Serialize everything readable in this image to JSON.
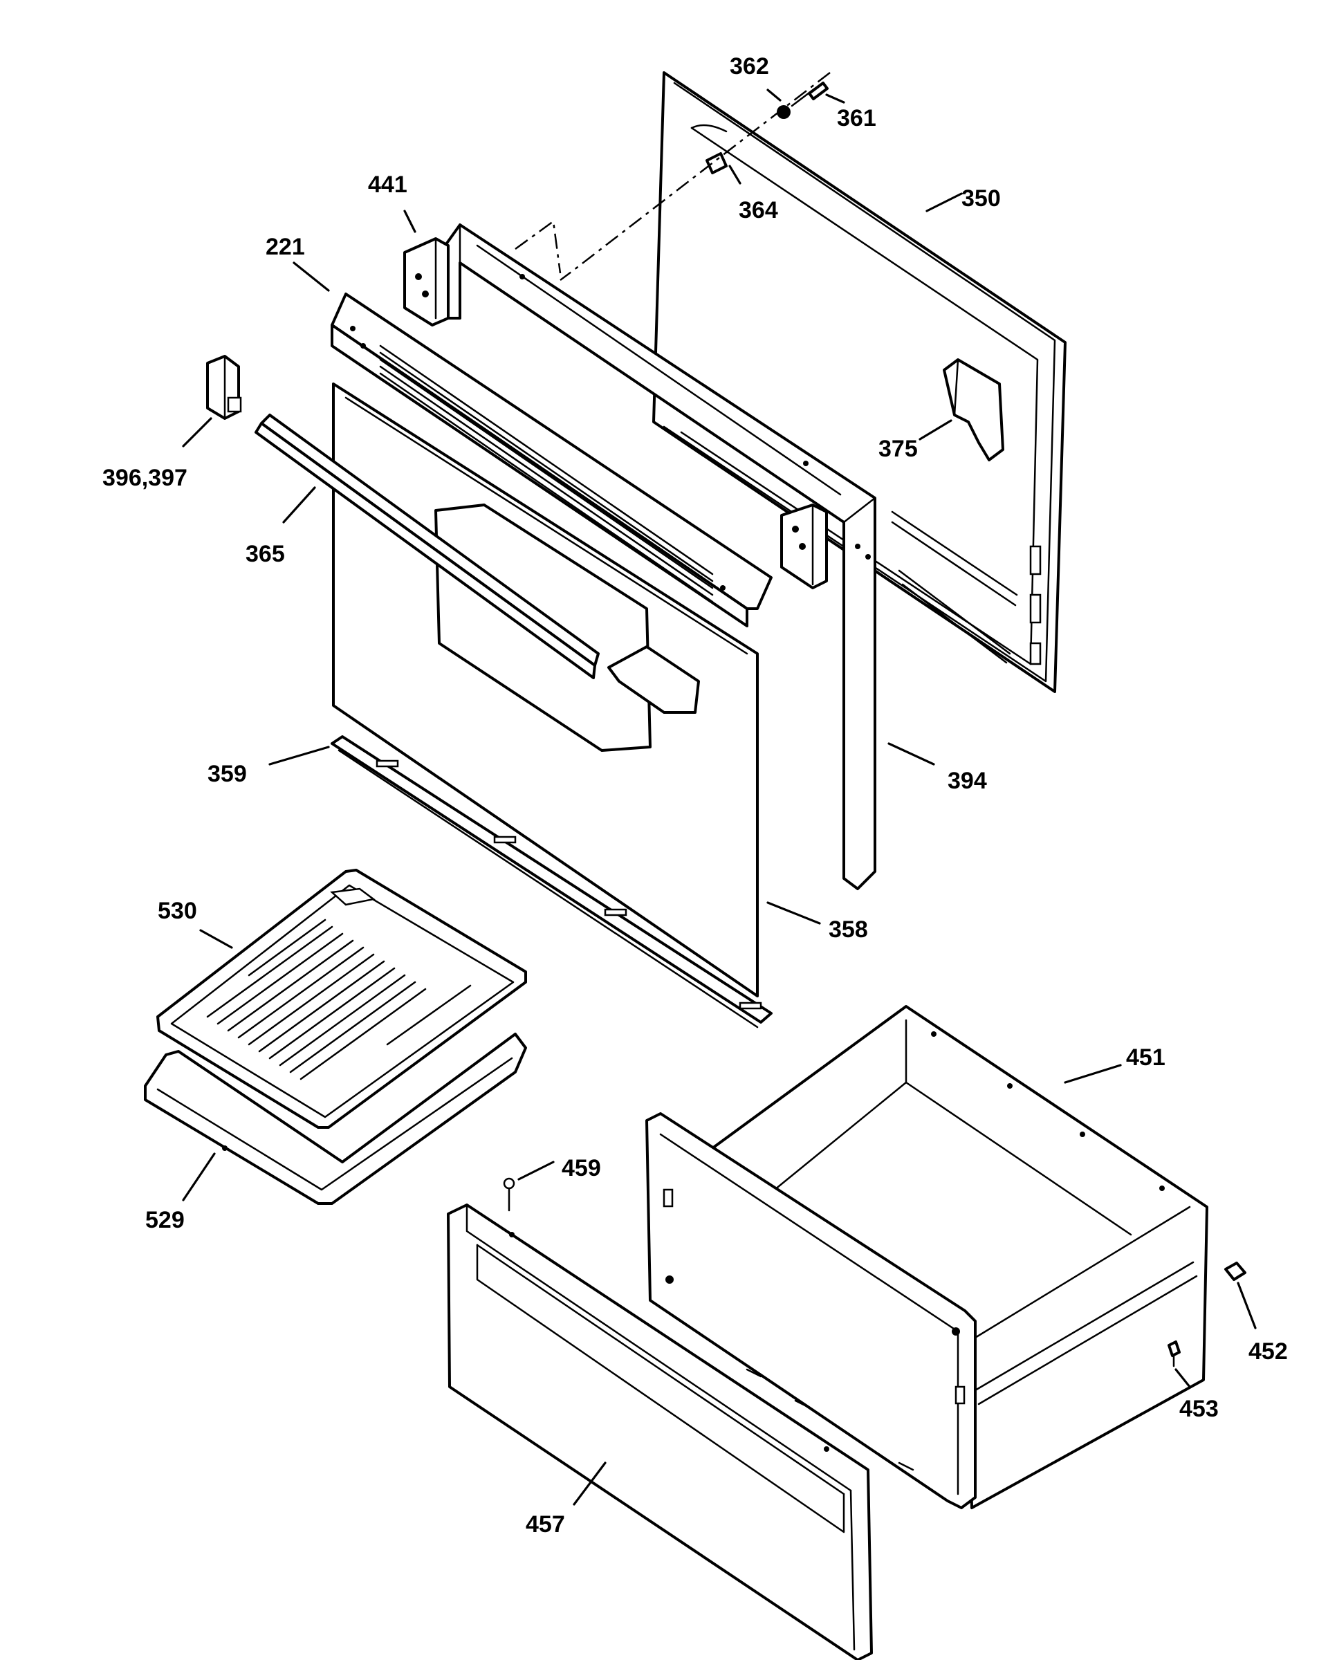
{
  "part_labels": {
    "p361": "361",
    "p362": "362",
    "p364": "364",
    "p350": "350",
    "p441": "441",
    "p221": "221",
    "p396": "396,397",
    "p375": "375",
    "p365": "365",
    "p394": "394",
    "p359": "359",
    "p358": "358",
    "p530": "530",
    "p529": "529",
    "p451": "451",
    "p459": "459",
    "p452": "452",
    "p453": "453",
    "p457": "457"
  }
}
